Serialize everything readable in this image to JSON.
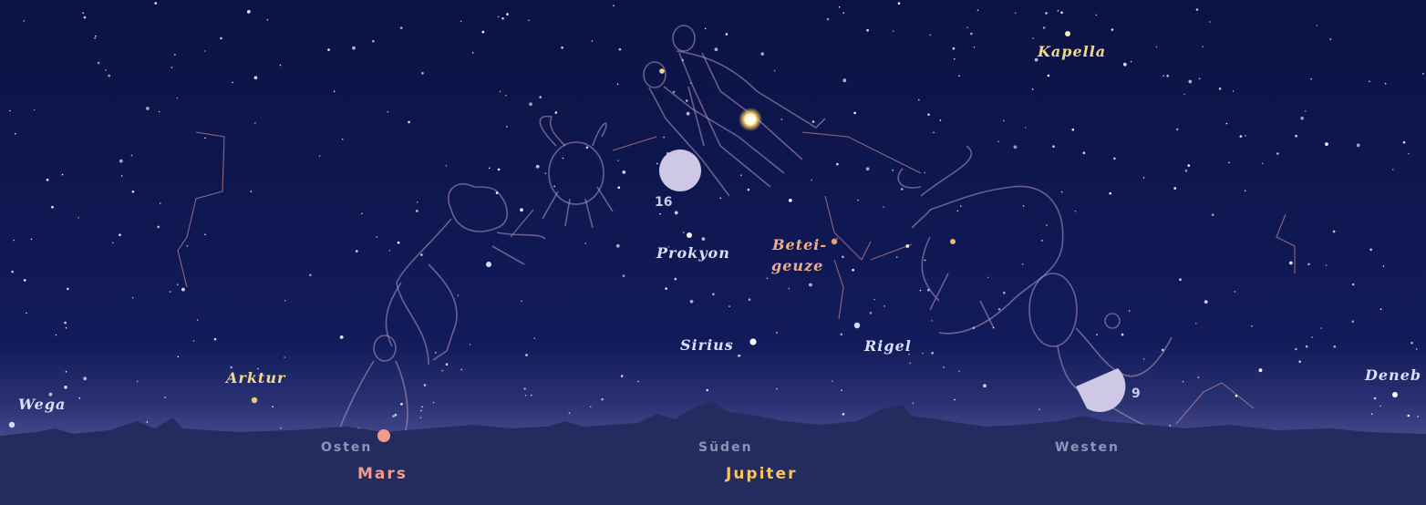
{
  "colors": {
    "sky_top": "#0b1244",
    "sky_horizon": "#3a3f80",
    "ground": "#242b5e",
    "star": "#ffffff",
    "constellation_line": "#c9878f",
    "figure": "#b89bbf",
    "moon": "#cfc7e6",
    "label_blue": "#d6defa",
    "label_yellow": "#f1d98a",
    "label_orange": "#f0ad86",
    "direction": "#8f93b8",
    "mars": "#f39a8c",
    "jupiter": "#f4c561"
  },
  "stars_named": {
    "kapella": "Kapella",
    "prokyon": "Prokyon",
    "beteigeuze_line1": "Betei-",
    "beteigeuze_line2": "geuze",
    "sirius": "Sirius",
    "rigel": "Rigel",
    "arktur": "Arktur",
    "wega": "Wega",
    "deneb": "Deneb"
  },
  "directions": {
    "east": "Osten",
    "south": "Süden",
    "west": "Westen"
  },
  "planets": {
    "mars": "Mars",
    "jupiter": "Jupiter"
  },
  "moon_phases": {
    "full": "16",
    "half": "9"
  }
}
